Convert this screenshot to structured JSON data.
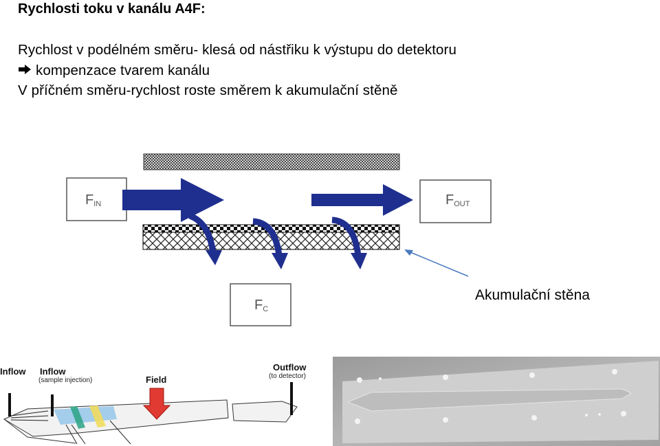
{
  "heading": "Rychlosti toku v kanálu A4F:",
  "lines": {
    "longitudinal": "Rychlost v podélném směru- klesá od nástřiku k výstupu do detektoru",
    "compensation": "kompenzace tvarem kanálu",
    "transverse": "V příčném směru-rychlost roste směrem k akumulační stěně"
  },
  "diagram": {
    "fin_main": "F",
    "fin_sub": "IN",
    "fout_main": "F",
    "fout_sub": "OUT",
    "fc_main": "F",
    "fc_sub": "C",
    "wall_label": "Akumulační stěna",
    "arrow_color": "#1f2f8f"
  },
  "channel_sketch": {
    "inflow1": "Inflow",
    "inflow2": "Inflow",
    "inflow2_note": "(sample injection)",
    "field": "Field",
    "outflow": "Outflow",
    "outflow_note": "(to detector)"
  }
}
